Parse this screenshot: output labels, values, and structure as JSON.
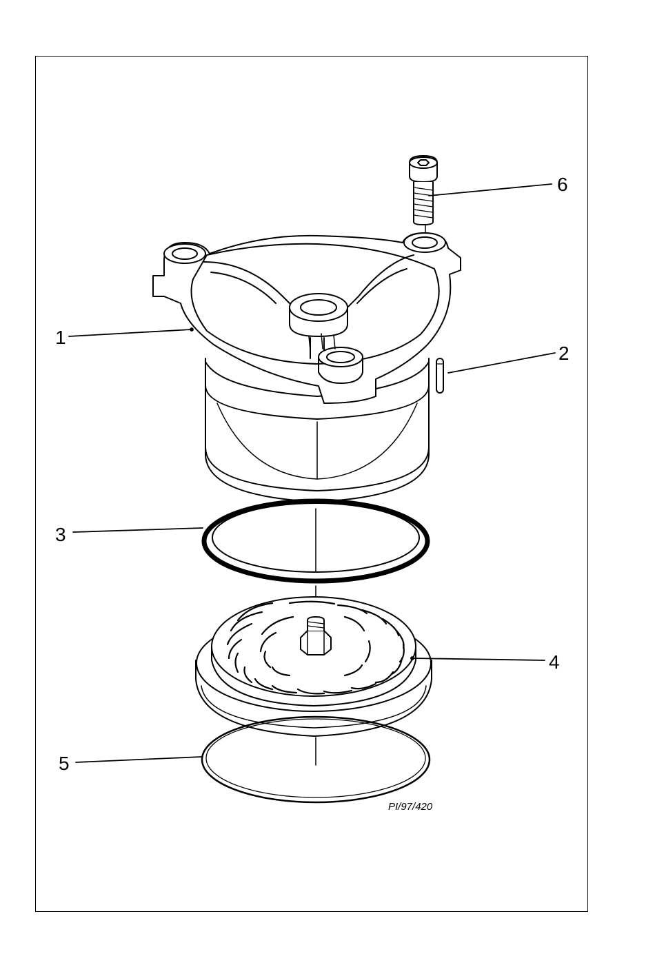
{
  "callouts": [
    {
      "id": "1",
      "label": "1",
      "part": "housing"
    },
    {
      "id": "2",
      "label": "2",
      "part": "pin"
    },
    {
      "id": "3",
      "label": "3",
      "part": "o-ring"
    },
    {
      "id": "4",
      "label": "4",
      "part": "valve-plate"
    },
    {
      "id": "5",
      "label": "5",
      "part": "seal-ring"
    },
    {
      "id": "6",
      "label": "6",
      "part": "cap-screw"
    }
  ],
  "reference_code": "PI/97/420",
  "colors": {
    "ink": "#000000",
    "paper": "#ffffff"
  }
}
